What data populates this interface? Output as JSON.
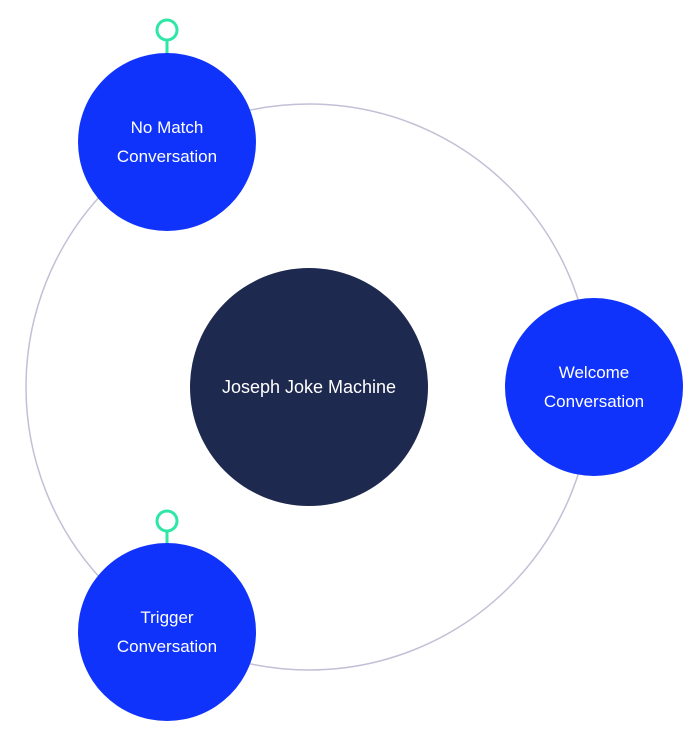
{
  "bot": {
    "name": "Joseph Joke Machine"
  },
  "conversations": [
    {
      "line1": "No Match",
      "line2": "Conversation",
      "has_pin": true
    },
    {
      "line1": "Welcome",
      "line2": "Conversation",
      "has_pin": false
    },
    {
      "line1": "Trigger",
      "line2": "Conversation",
      "has_pin": true
    }
  ],
  "colors": {
    "node": "#0f33fb",
    "center": "#1e2950",
    "orbit": "#c4bfd6",
    "pin": "#2ee6a6"
  }
}
